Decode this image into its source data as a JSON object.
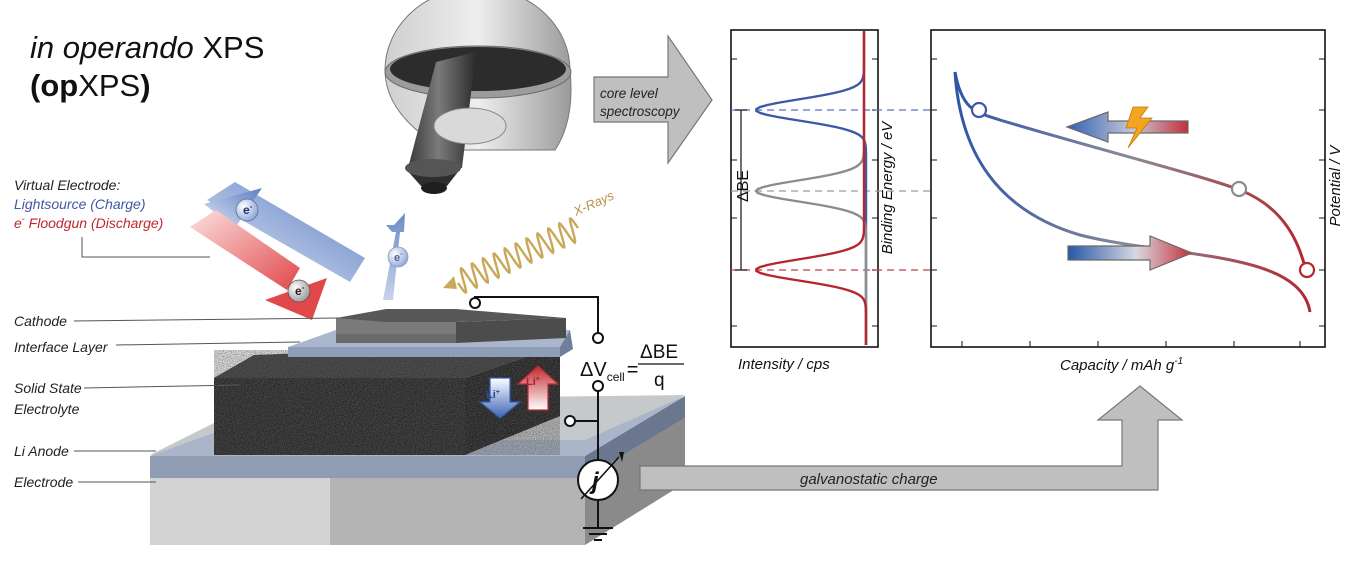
{
  "title": {
    "line1_italic": "in operando",
    "line1_rest": " XPS",
    "line2_paren_open": "(",
    "line2_bold": "op",
    "line2_rest": "XPS",
    "line2_paren_close": ")"
  },
  "virtual_electrode": {
    "heading": "Virtual Electrode:",
    "lightsource": "Lightsource (Charge)",
    "floodgun_prefix": "e",
    "floodgun_sup": "-",
    "floodgun_rest": " Floodgun (Discharge)"
  },
  "electron_symbol": {
    "base": "e",
    "sup": "-"
  },
  "xrays_label": "X-Rays",
  "spectroscopy_arrow": {
    "line1": "core level",
    "line2": "spectroscopy"
  },
  "layers": {
    "cathode": "Cathode",
    "interface": "Interface Layer",
    "electrolyte_line1": "Solid State",
    "electrolyte_line2": "Electrolyte",
    "anode": "Li Anode",
    "electrode": "Electrode"
  },
  "li_ion": {
    "base": "Li",
    "sup": "+"
  },
  "cell_equation": {
    "delta_v": "ΔV",
    "sub": "cell",
    "equals": "=",
    "numerator": "ΔBE",
    "denominator": "q"
  },
  "current_symbol": "j",
  "spectrum_panel": {
    "xlabel": "Intensity / cps",
    "ylabel": "Binding Energy / eV",
    "delta_be": "ΔBE"
  },
  "potential_panel": {
    "xlabel": "Capacity / mAh g",
    "xlabel_sup": "-1",
    "ylabel": "Potential / V"
  },
  "galvanostatic_label": "galvanostatic charge",
  "colors": {
    "blue": "#3f57a6",
    "red": "#b5262f",
    "gray": "#8c8c8c",
    "arrow_fill": "#bdbdbd",
    "xray": "#c8a85a",
    "lightning": "#f2a51e"
  }
}
